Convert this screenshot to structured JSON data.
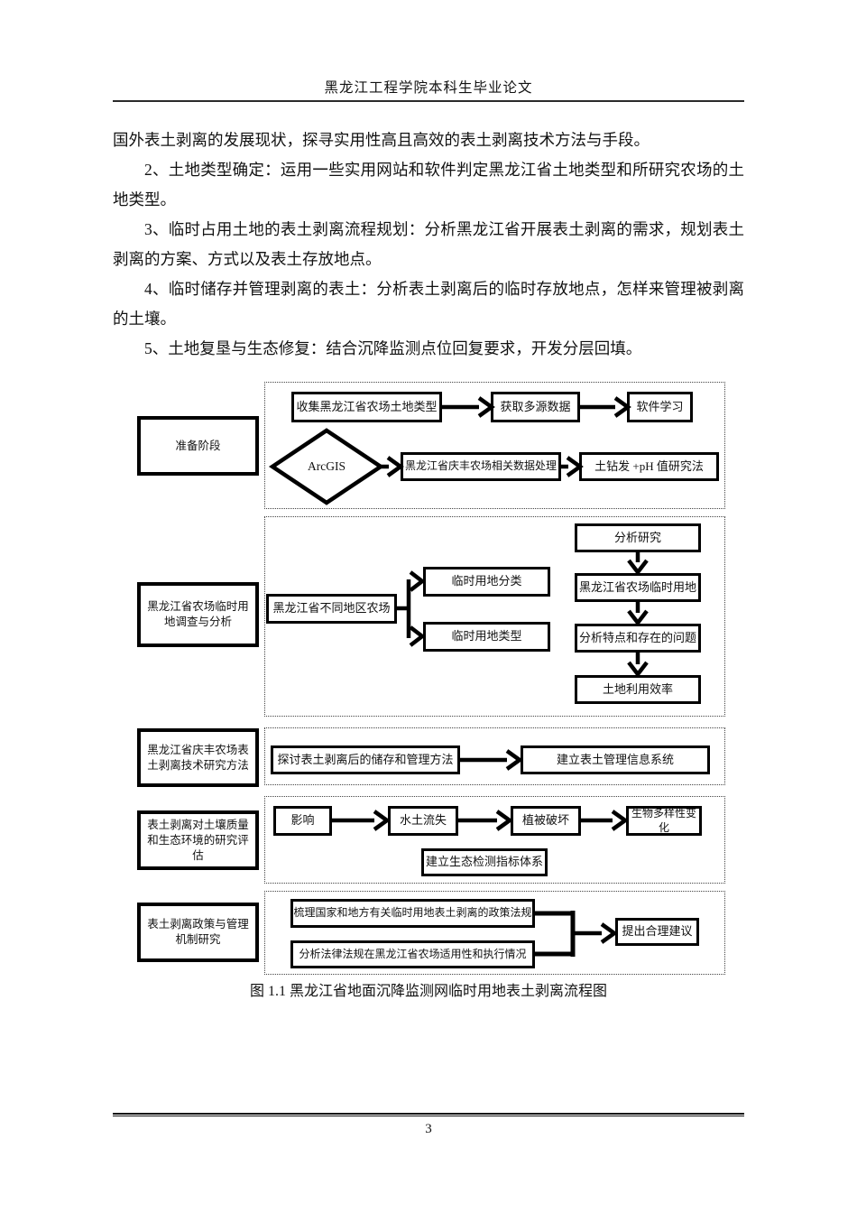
{
  "header": {
    "title": "黑龙江工程学院本科生毕业论文"
  },
  "paragraphs": [
    "国外表土剥离的发展现状，探寻实用性高且高效的表土剥离技术方法与手段。",
    "2、土地类型确定：运用一些实用网站和软件判定黑龙江省土地类型和所研究农场的土地类型。",
    "3、临时占用土地的表土剥离流程规划：分析黑龙江省开展表土剥离的需求，规划表土剥离的方案、方式以及表土存放地点。",
    "4、临时储存并管理剥离的表土：分析表土剥离后的临时存放地点，怎样来管理被剥离的土壤。",
    "5、土地复垦与生态修复：结合沉降监测点位回复要求，开发分层回填。"
  ],
  "flowchart": {
    "stage_labels": [
      "准备阶段",
      "黑龙江省农场临时用地调查与分析",
      "黑龙江省庆丰农场表土剥离技术研究方法",
      "表土剥离对土壤质量和生态环境的研究评估",
      "表土剥离政策与管理机制研究"
    ],
    "prep": {
      "collect": "收集黑龙江省农场土地类型",
      "multi_source": "获取多源数据",
      "software_study": "软件学习",
      "arcgis": "ArcGIS",
      "qingfeng_processing": "黑龙江省庆丰农场相关数据处理",
      "soil_drill_ph": "土钻发 +pH 值研究法"
    },
    "survey": {
      "different_regions": "黑龙江省不同地区农场",
      "land_classification": "临时用地分类",
      "land_types": "临时用地类型",
      "analysis_research": "分析研究",
      "farm_temp_land": "黑龙江省农场临时用地",
      "characteristics_problems": "分析特点和存在的问题",
      "land_use_efficiency": "土地利用效率"
    },
    "method": {
      "storage_management": "探讨表土剥离后的储存和管理方法",
      "info_system": "建立表土管理信息系统"
    },
    "impact": {
      "influence": "影响",
      "soil_erosion": "水土流失",
      "vegetation_damage": "植被破坏",
      "biodiversity_change": "生物多样性变化",
      "eco_index_system": "建立生态检测指标体系"
    },
    "policy": {
      "national_policies": "梳理国家和地方有关临时用地表土剥离的政策法规",
      "applicability": "分析法律法规在黑龙江省农场适用性和执行情况",
      "suggestions": "提出合理建议"
    }
  },
  "caption": "图 1.1 黑龙江省地面沉降监测网临时用地表土剥离流程图",
  "footer": {
    "page_number": "3"
  }
}
